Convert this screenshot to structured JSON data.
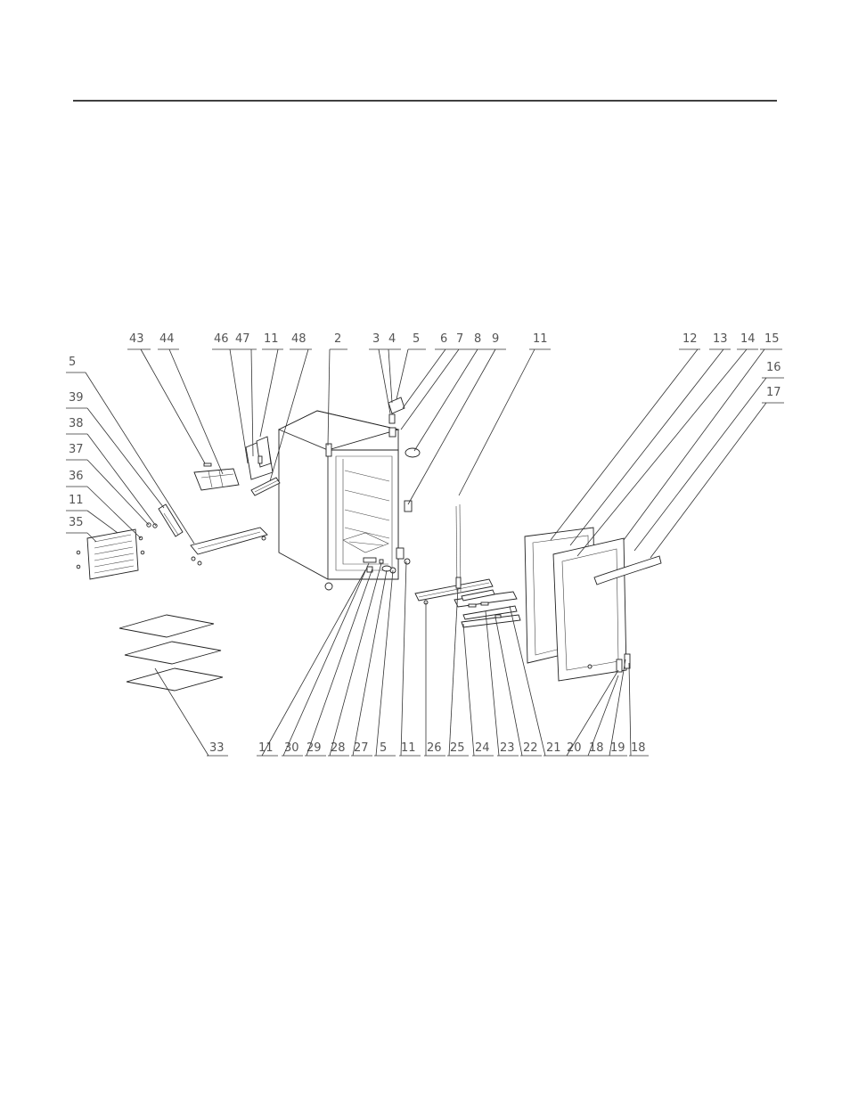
{
  "diagram": {
    "title": "",
    "part_callouts": {
      "top_row": [
        "43",
        "44",
        "46",
        "47",
        "11",
        "48",
        "2",
        "3",
        "4",
        "5",
        "6",
        "7",
        "8",
        "9",
        "11",
        "12",
        "13",
        "14",
        "15"
      ],
      "right_column": [
        "16",
        "17"
      ],
      "left_column": [
        "5",
        "39",
        "38",
        "37",
        "36",
        "11",
        "35"
      ],
      "bottom_row": [
        "33",
        "11",
        "30",
        "29",
        "28",
        "27",
        "5",
        "11",
        "26",
        "25",
        "24",
        "23",
        "22",
        "21",
        "20",
        "18",
        "19",
        "18"
      ]
    }
  }
}
